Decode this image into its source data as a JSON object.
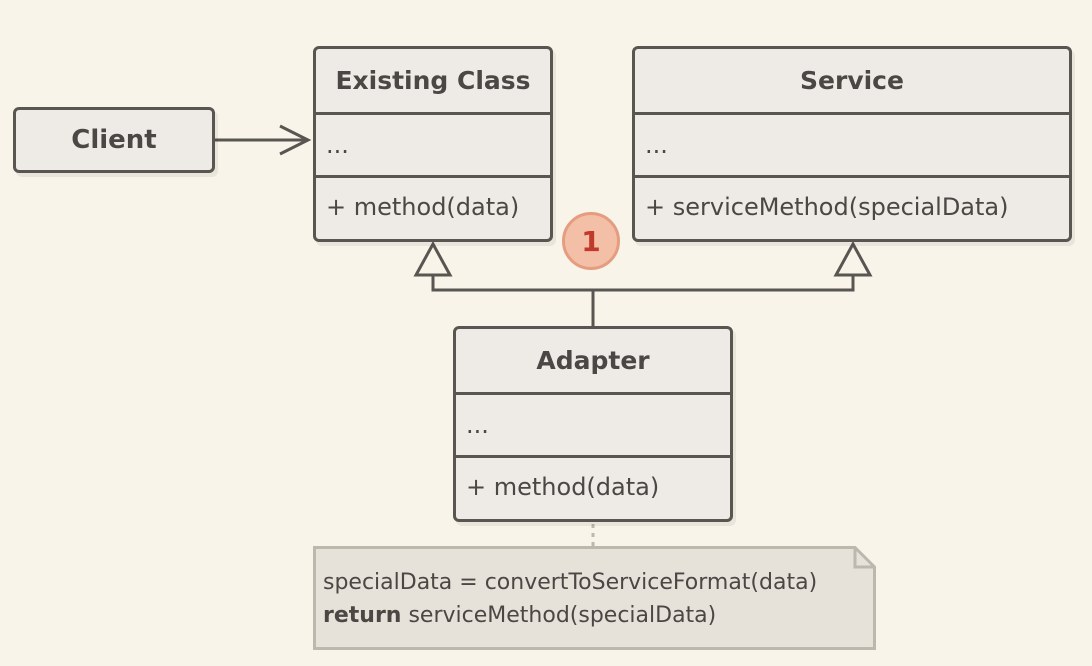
{
  "client": {
    "label": "Client"
  },
  "existing_class": {
    "name": "Existing Class",
    "fields": "...",
    "methods": "+ method(data)"
  },
  "service": {
    "name": "Service",
    "fields": "...",
    "methods": "+ serviceMethod(specialData)"
  },
  "adapter": {
    "name": "Adapter",
    "fields": "...",
    "methods": "+ method(data)"
  },
  "note": {
    "line1": "specialData = convertToServiceFormat(data)",
    "line2_keyword": "return",
    "line2_rest": " serviceMethod(specialData)"
  },
  "badge": {
    "number": "1"
  },
  "colors": {
    "background": "#f8f4e9",
    "box_fill": "#eeebe6",
    "box_stroke": "#595652",
    "note_fill": "#e6e2d9",
    "note_stroke": "#bdb8ae",
    "badge_fill": "#f3bfa6",
    "badge_text": "#c0392b"
  }
}
